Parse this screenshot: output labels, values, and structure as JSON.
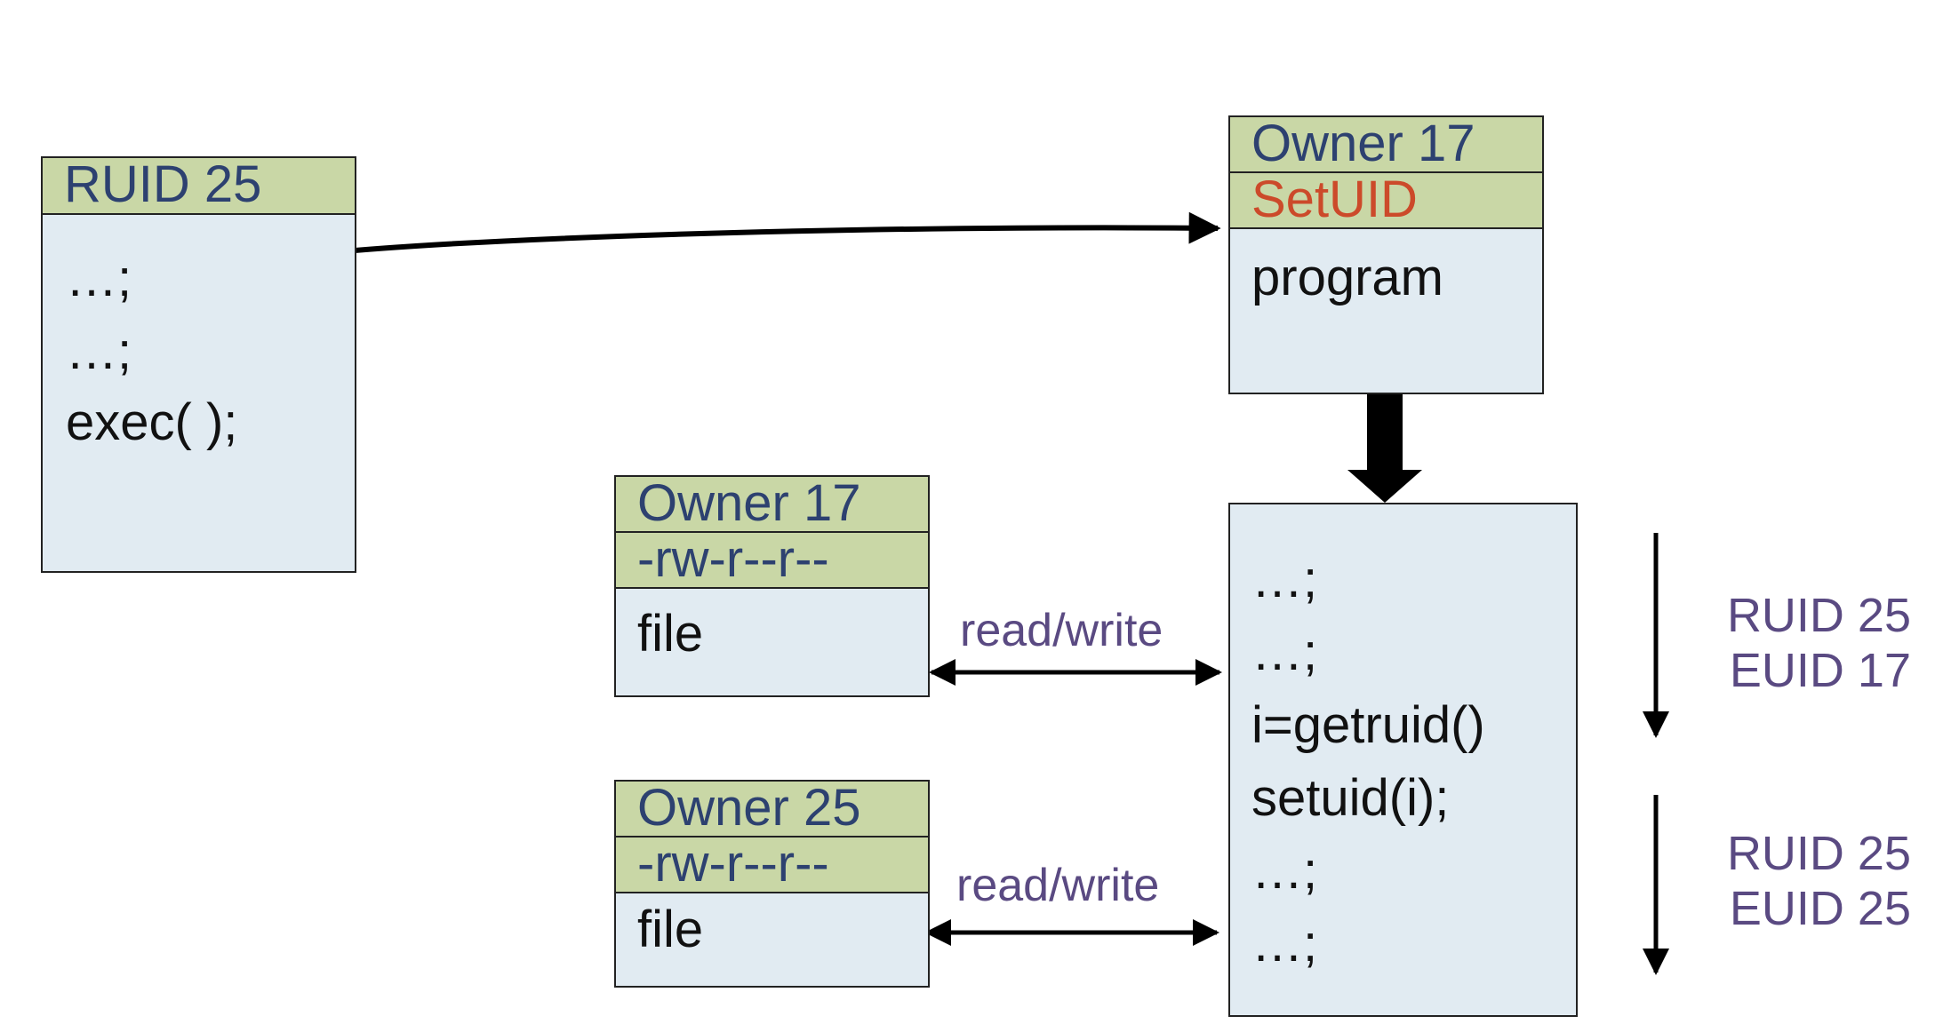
{
  "caller": {
    "header": "RUID 25",
    "lines": [
      "…;",
      "…;",
      "exec(  );"
    ]
  },
  "program": {
    "owner": "Owner 17",
    "flag": "SetUID",
    "name": "program"
  },
  "process": {
    "lines": [
      "…;",
      "…;",
      "i=getruid()",
      "setuid(i);",
      "…;",
      "…;"
    ]
  },
  "file1": {
    "owner": "Owner 17",
    "perms": "-rw-r--r--",
    "name": "file",
    "edge_label": "read/write"
  },
  "file2": {
    "owner": "Owner 25",
    "perms": "-rw-r--r--",
    "name": "file",
    "edge_label": "read/write"
  },
  "phases": [
    {
      "ruid": "RUID 25",
      "euid": "EUID 17"
    },
    {
      "ruid": "RUID 25",
      "euid": "EUID 25"
    }
  ]
}
